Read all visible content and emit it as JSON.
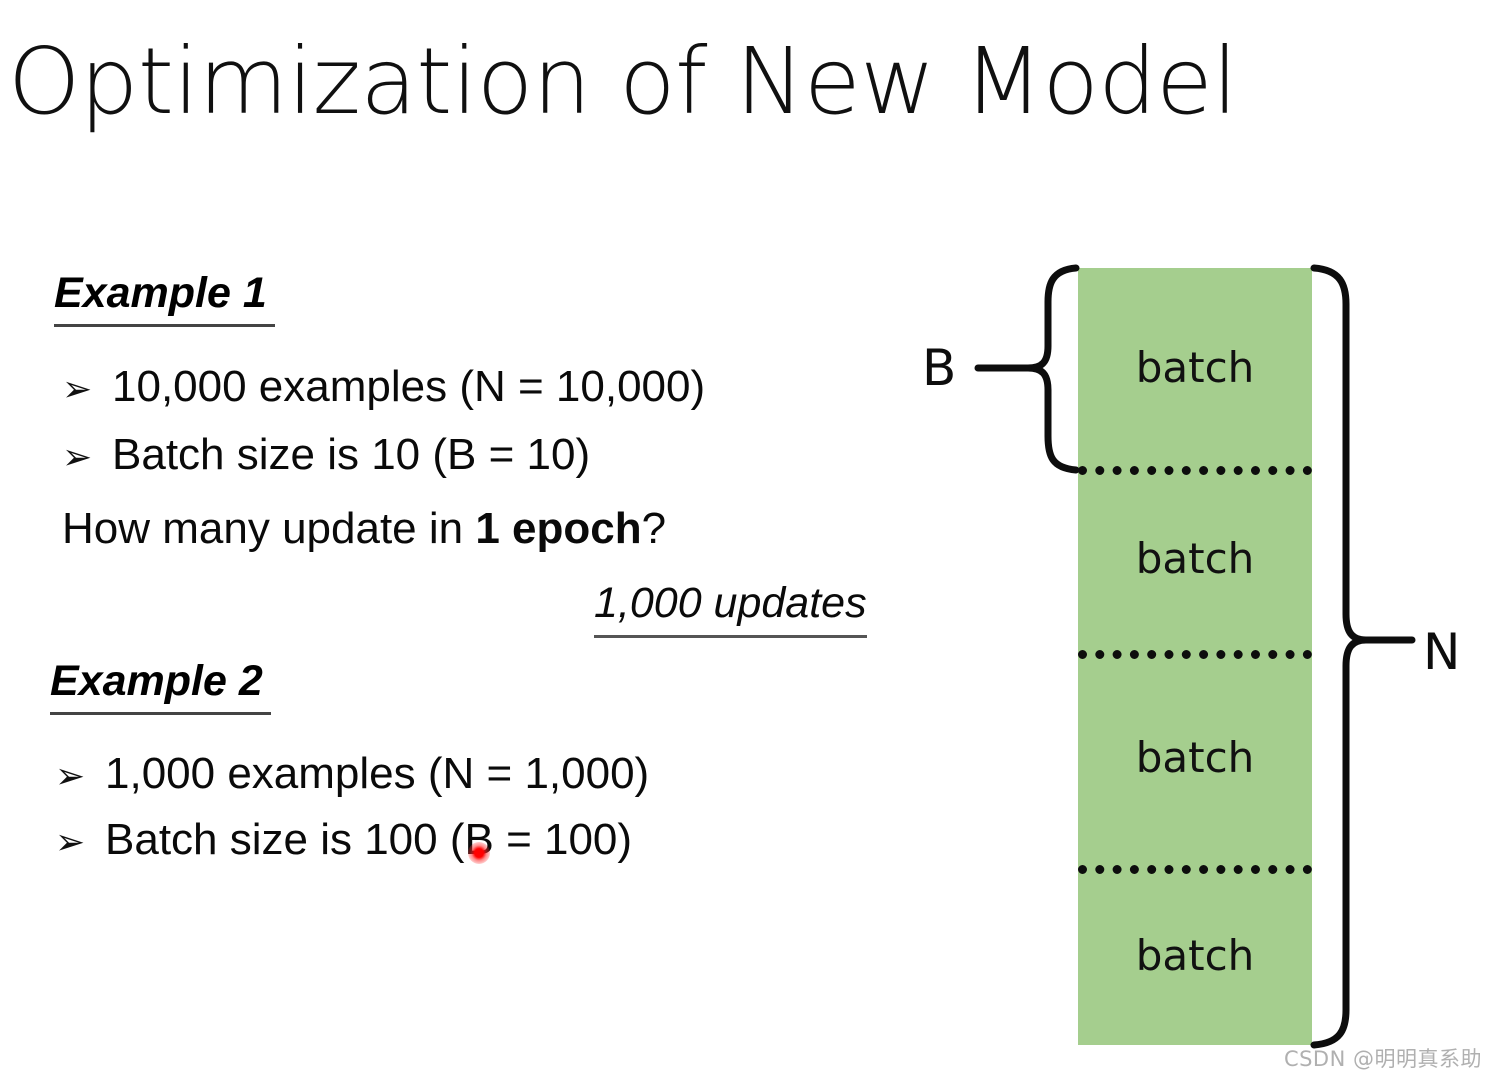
{
  "slide": {
    "title": "Optimization of New Model",
    "background_color": "#ffffff"
  },
  "examples": [
    {
      "heading": "Example 1",
      "bullets": [
        {
          "glyph": "➢",
          "text": "10,000 examples (N = 10,000)"
        },
        {
          "glyph": "➢",
          "text": "Batch size is 10 (B = 10)"
        }
      ],
      "question": {
        "prefix": "How many update in ",
        "emphasis": "1 epoch",
        "suffix": "?"
      },
      "answer": "1,000 updates"
    },
    {
      "heading": "Example 2",
      "bullets": [
        {
          "glyph": "➢",
          "text": "1,000 examples (N = 1,000)"
        },
        {
          "glyph": "➢",
          "text": "Batch size is 100 (B = 100)"
        }
      ]
    }
  ],
  "diagram": {
    "column_color": "#a5ce8e",
    "divider_style": "dotted",
    "cells": [
      {
        "label": "batch"
      },
      {
        "label": "batch"
      },
      {
        "label": "batch"
      },
      {
        "label": "batch"
      }
    ],
    "brace_batch_label": "B",
    "brace_total_label": "N"
  },
  "pointer": {
    "color": "#ff0000"
  },
  "watermark": {
    "text": "CSDN @明明真系助",
    "color": "#b0b0b0"
  }
}
